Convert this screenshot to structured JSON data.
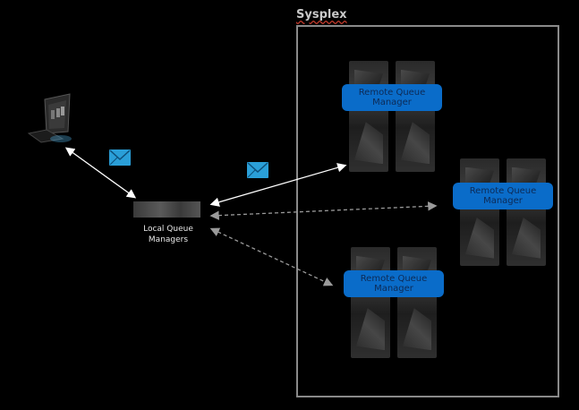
{
  "sysplex": {
    "label": "Sysplex"
  },
  "laptop": {
    "icon": "laptop-icon"
  },
  "local_queue_managers": {
    "label_line1": "Local Queue",
    "label_line2": "Managers",
    "icon": "server-icon"
  },
  "remote_queue_managers": [
    {
      "label_line1": "Remote Queue",
      "label_line2": "Manager"
    },
    {
      "label_line1": "Remote Queue",
      "label_line2": "Manager"
    },
    {
      "label_line1": "Remote Queue",
      "label_line2": "Manager"
    }
  ],
  "messages": [
    {
      "icon": "envelope-icon"
    },
    {
      "icon": "envelope-icon"
    }
  ],
  "connections": [
    {
      "from": "laptop",
      "to": "local-queue-managers",
      "style": "solid"
    },
    {
      "from": "local-queue-managers",
      "to": "remote-queue-manager-1",
      "style": "solid"
    },
    {
      "from": "local-queue-managers",
      "to": "remote-queue-manager-2",
      "style": "dashed"
    },
    {
      "from": "local-queue-managers",
      "to": "remote-queue-manager-3",
      "style": "dashed"
    }
  ],
  "colors": {
    "background": "#000000",
    "label_box": "#0a6cc9",
    "label_text": "#0d2a55",
    "border": "#8a8a8a",
    "envelope": "#2a9fd8"
  }
}
